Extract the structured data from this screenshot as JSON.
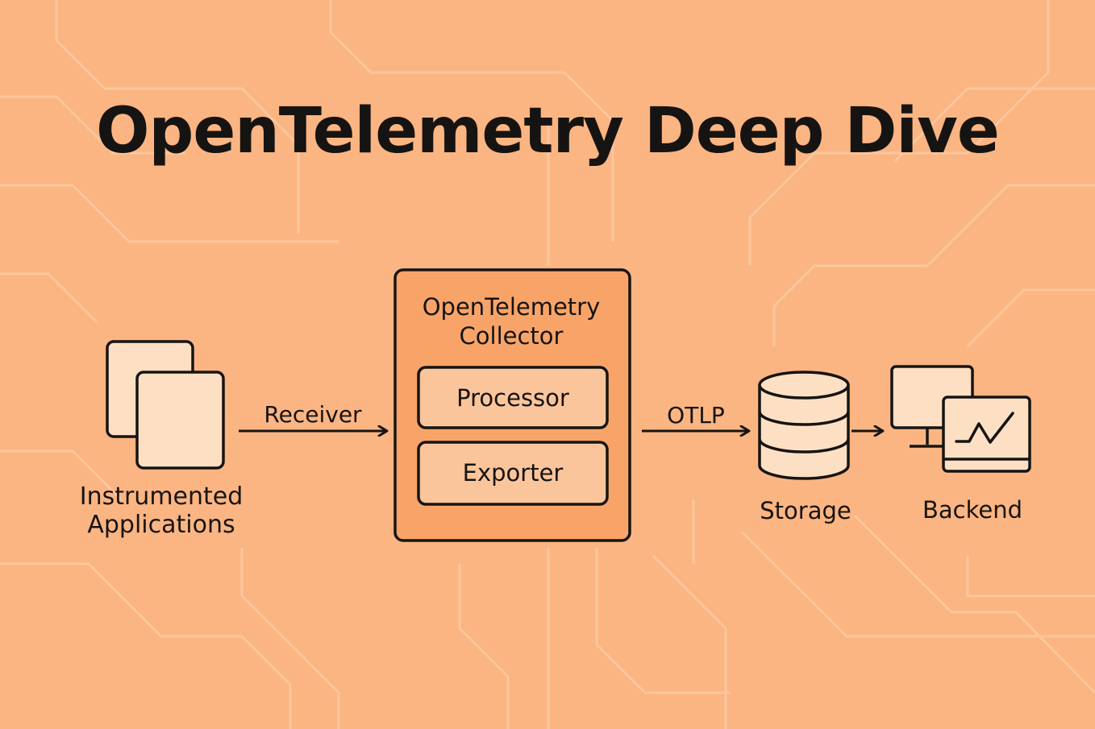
{
  "title": "OpenTelemetry Deep Dive",
  "colors": {
    "background": "#fbb582",
    "circuit_lines": "#fcc8a0",
    "collector_fill": "#f8a468",
    "inner_box_fill": "#fbc59c",
    "icon_fill": "#fde0c4",
    "stroke": "#161412"
  },
  "nodes": {
    "apps": {
      "label_line1": "Instrumented",
      "label_line2": "Applications",
      "icon": "stacked-documents-icon"
    },
    "collector": {
      "title_line1": "OpenTelemetry",
      "title_line2": "Collector",
      "processor": "Processor",
      "exporter": "Exporter"
    },
    "storage": {
      "label": "Storage",
      "icon": "database-icon"
    },
    "backend": {
      "label": "Backend",
      "icon": "monitor-chart-icon"
    }
  },
  "edges": {
    "apps_to_collector": "Receiver",
    "collector_to_storage": "OTLP",
    "storage_to_backend": ""
  }
}
